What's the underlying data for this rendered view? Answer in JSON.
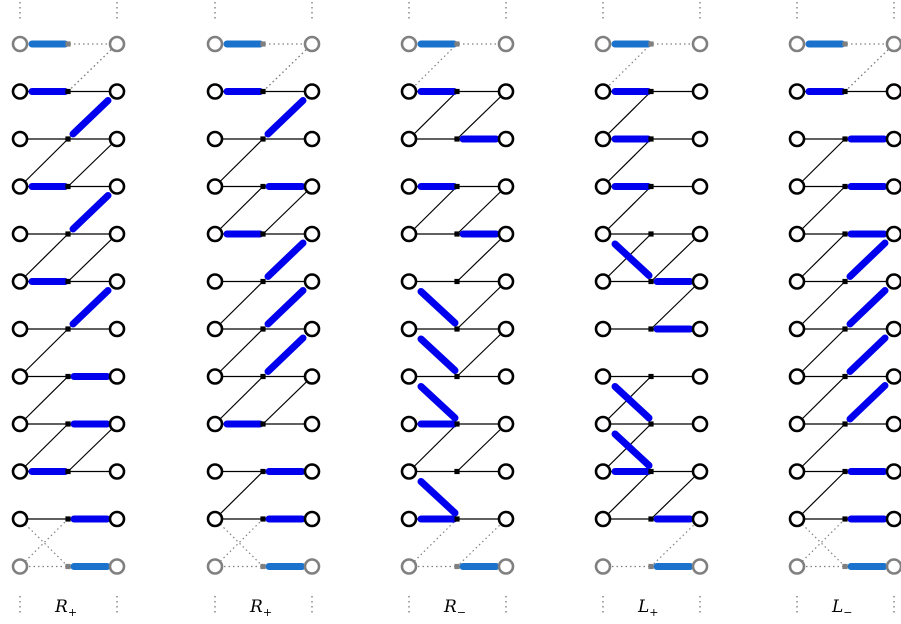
{
  "panels": [
    {
      "label_main": "R",
      "label_sub": "+",
      "top_strand": "L",
      "top_connector": "right",
      "bottom_strand": "R",
      "bottom_connector": "left",
      "strands": [
        {
          "type": "L",
          "conn": "up"
        },
        {
          "type": "D",
          "conn": "down"
        },
        {
          "type": "L",
          "conn": "up"
        },
        {
          "type": "D",
          "conn": "down"
        },
        {
          "type": "L",
          "conn": "up"
        },
        {
          "type": "D",
          "conn": "down"
        },
        {
          "type": "R",
          "conn": "down"
        },
        {
          "type": "R",
          "conn": "down"
        },
        {
          "type": "L",
          "conn": "up"
        },
        {
          "type": "R",
          "conn": "down"
        }
      ]
    },
    {
      "label_main": "R",
      "label_sub": "+",
      "top_strand": "L",
      "top_connector": "right",
      "bottom_strand": "R",
      "bottom_connector": "left",
      "strands": [
        {
          "type": "L",
          "conn": "up"
        },
        {
          "type": "D",
          "conn": "down"
        },
        {
          "type": "R",
          "conn": "down"
        },
        {
          "type": "L",
          "conn": "up"
        },
        {
          "type": "D",
          "conn": "down"
        },
        {
          "type": "D",
          "conn": "down"
        },
        {
          "type": "D",
          "conn": "down"
        },
        {
          "type": "L",
          "conn": "up"
        },
        {
          "type": "R",
          "conn": "down"
        },
        {
          "type": "R",
          "conn": "down"
        }
      ]
    },
    {
      "label_main": "R",
      "label_sub": "−",
      "top_strand": "L",
      "top_connector": "left",
      "bottom_strand": "R",
      "bottom_connector": "right",
      "strands": [
        {
          "type": "L",
          "conn": "down"
        },
        {
          "type": "R",
          "conn": "up"
        },
        {
          "type": "L",
          "conn": "down"
        },
        {
          "type": "R",
          "conn": "up"
        },
        {
          "type": "U",
          "conn": "up"
        },
        {
          "type": "U",
          "conn": "up"
        },
        {
          "type": "U",
          "conn": "up"
        },
        {
          "type": "L",
          "conn": "down"
        },
        {
          "type": "U",
          "conn": "up"
        },
        {
          "type": "L",
          "conn": "down"
        }
      ]
    },
    {
      "label_main": "L",
      "label_sub": "+",
      "top_strand": "L",
      "top_connector": "left",
      "bottom_strand": "R",
      "bottom_connector": "right",
      "strands": [
        {
          "type": "L",
          "conn": "down"
        },
        {
          "type": "L",
          "conn": "down"
        },
        {
          "type": "L",
          "conn": "down"
        },
        {
          "type": "U",
          "conn": "down"
        },
        {
          "type": "R",
          "conn": "up"
        },
        {
          "type": "R",
          "conn": "up"
        },
        {
          "type": "U",
          "conn": "down"
        },
        {
          "type": "U",
          "conn": "down"
        },
        {
          "type": "L",
          "conn": "down"
        },
        {
          "type": "R",
          "conn": "up"
        }
      ]
    },
    {
      "label_main": "L",
      "label_sub": "−",
      "top_strand": "L",
      "top_connector": "right",
      "bottom_strand": "R",
      "bottom_connector": "left",
      "strands": [
        {
          "type": "L",
          "conn": "up"
        },
        {
          "type": "R",
          "conn": "down"
        },
        {
          "type": "R",
          "conn": "down"
        },
        {
          "type": "R",
          "conn": "down"
        },
        {
          "type": "D",
          "conn": "down"
        },
        {
          "type": "D",
          "conn": "down"
        },
        {
          "type": "D",
          "conn": "down"
        },
        {
          "type": "D",
          "conn": "down"
        },
        {
          "type": "R",
          "conn": "down"
        },
        {
          "type": "R",
          "conn": "down"
        }
      ]
    }
  ],
  "colors": {
    "strand": "#0000ee",
    "boundary_strand": "#1a72cc",
    "node": "#000000",
    "boundary_node": "#808080",
    "edge": "#000000",
    "dotted": "#808080"
  }
}
